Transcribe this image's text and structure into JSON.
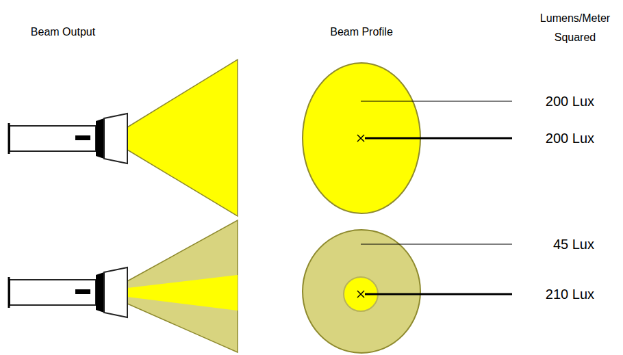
{
  "diagram": {
    "labels": [
      "Beam Output",
      "Beam Profile",
      "Lumens/Meter Squared",
      "200 Lux",
      "200 Lux",
      "45 Lux",
      "210 Lux"
    ]
  }
}
